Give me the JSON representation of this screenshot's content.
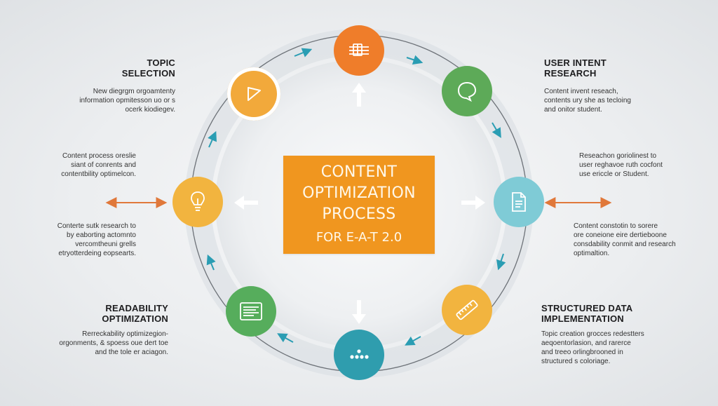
{
  "center": {
    "line1": "CONTENT",
    "line2": "OPTIMIZATION",
    "line3": "PROCESS",
    "line4": "FOR E-A-T 2.0"
  },
  "colors": {
    "orange": "#ef7d2a",
    "green": "#5daa58",
    "light_blue": "#7fcbd6",
    "amber": "#f2a93b",
    "teal": "#2f9dae",
    "medium_green": "#56ad5c",
    "yellow_orange": "#f2b43f",
    "box_orange": "#f0961f",
    "arrow_blue": "#2a9db3",
    "arrow_orange": "#e0783a"
  },
  "sections": {
    "topic": {
      "title_l1": "TOPIC",
      "title_l2": "SELECTION",
      "desc_l1": "New diegrgm orgoamtenty",
      "desc_l2": "information opmitesson uo or s",
      "desc_l3": "ocerk kiodiegev."
    },
    "user_intent": {
      "title_l1": "USER INTENT",
      "title_l2": "RESEARCH",
      "desc_l1": "Content invent reseach,",
      "desc_l2": "contents ury she as tecloing",
      "desc_l3": "and onitor student."
    },
    "left_mid_top": {
      "desc_l1": "Content process oreslie",
      "desc_l2": "siant of conrents and",
      "desc_l3": "contentbility optimelcon."
    },
    "right_mid_top": {
      "desc_l1": "Reseachon goriolinest to",
      "desc_l2": "user reghavoe ruth cocfont",
      "desc_l3": "use ericcle or Student."
    },
    "left_mid_bottom": {
      "desc_l1": "Conterte sutk research to",
      "desc_l2": "by eaborting actomnto",
      "desc_l3": "vercomtheuni grells",
      "desc_l4": "etryotterdeing eopsearts."
    },
    "right_mid_bottom": {
      "desc_l1": "Content constotin to sorere",
      "desc_l2": "ore coneione eire dertieboone",
      "desc_l3": "consdability conmit and research",
      "desc_l4": "optimaltion."
    },
    "readability": {
      "title_l1": "READABILITY",
      "title_l2": "OPTIMIZATION",
      "desc_l1": "Rerreckability optimizegion-",
      "desc_l2": "orgonments, & spoess oue dert toe",
      "desc_l3": "and the tole er aciagon."
    },
    "structured": {
      "title_l1": "STRUCTURED DATA",
      "title_l2": "IMPLEMENTATION",
      "desc_l1": "Topic creation grocces redestters",
      "desc_l2": "aeqoentorlasion, and rarerce",
      "desc_l3": "and treeo orlingbrooned in",
      "desc_l4": "structured s coloriage."
    }
  },
  "nodes": [
    {
      "name": "top",
      "icon": "book-icon",
      "color": "#ef7d2a"
    },
    {
      "name": "top-right",
      "icon": "chat-bubble-icon",
      "color": "#5daa58"
    },
    {
      "name": "right",
      "icon": "document-icon",
      "color": "#7fcbd6"
    },
    {
      "name": "bottom-right",
      "icon": "ruler-icon",
      "color": "#f2b43f"
    },
    {
      "name": "bottom",
      "icon": "dots-icon",
      "color": "#2f9dae"
    },
    {
      "name": "bottom-left",
      "icon": "document-lines-icon",
      "color": "#56ad5c"
    },
    {
      "name": "left",
      "icon": "lightbulb-icon",
      "color": "#f2b43f"
    },
    {
      "name": "top-left",
      "icon": "play-triangle-icon",
      "color": "#f2a93b"
    }
  ]
}
